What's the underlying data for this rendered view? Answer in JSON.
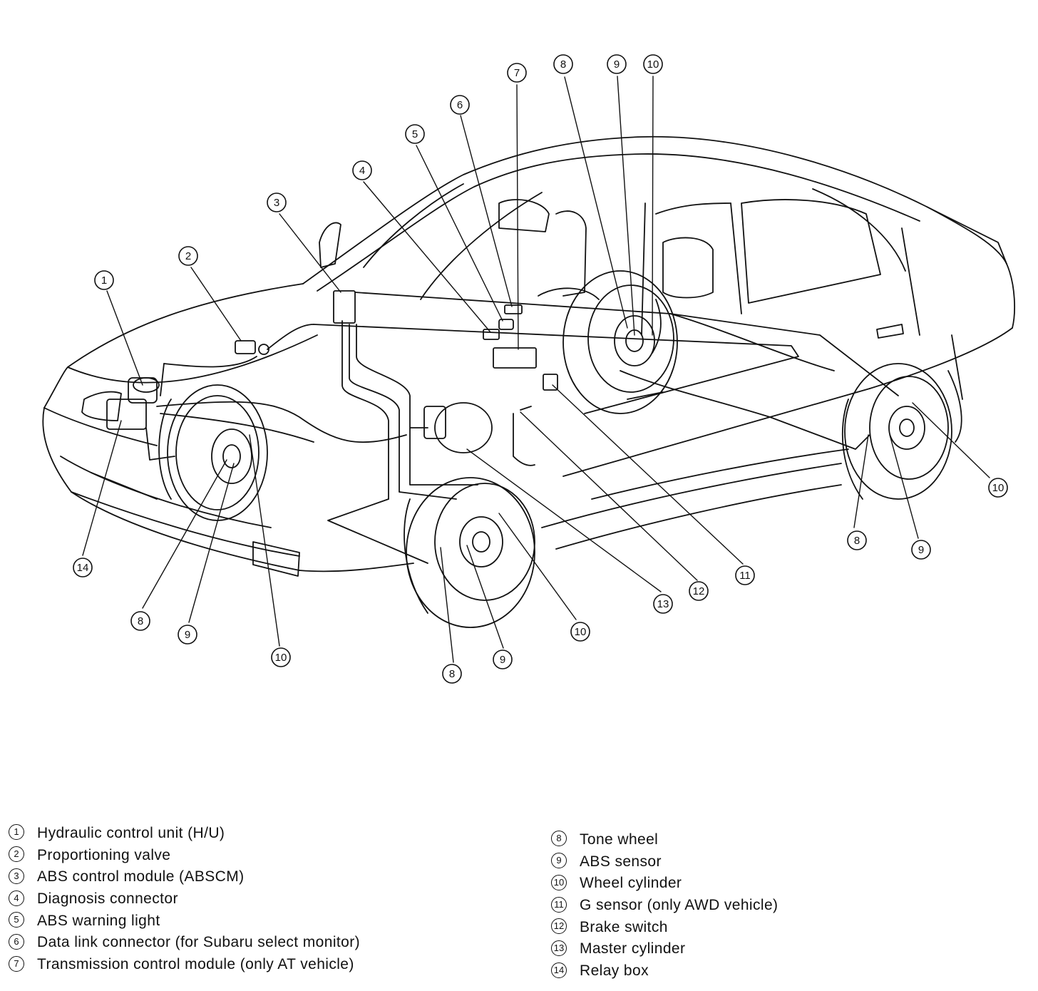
{
  "colors": {
    "ink": "#111111",
    "paper": "#ffffff"
  },
  "legend": [
    {
      "num": "1",
      "label": "Hydraulic control unit (H/U)"
    },
    {
      "num": "2",
      "label": "Proportioning valve"
    },
    {
      "num": "3",
      "label": "ABS control module (ABSCM)"
    },
    {
      "num": "4",
      "label": "Diagnosis connector"
    },
    {
      "num": "5",
      "label": "ABS warning light"
    },
    {
      "num": "6",
      "label": "Data link connector (for Subaru select monitor)"
    },
    {
      "num": "7",
      "label": "Transmission control module (only AT vehicle)"
    },
    {
      "num": "8",
      "label": "Tone wheel"
    },
    {
      "num": "9",
      "label": "ABS sensor"
    },
    {
      "num": "10",
      "label": "Wheel cylinder"
    },
    {
      "num": "11",
      "label": "G sensor (only AWD vehicle)"
    },
    {
      "num": "12",
      "label": "Brake switch"
    },
    {
      "num": "13",
      "label": "Master cylinder"
    },
    {
      "num": "14",
      "label": "Relay box"
    }
  ],
  "callouts": [
    "1",
    "2",
    "3",
    "4",
    "5",
    "6",
    "7",
    "8",
    "9",
    "10",
    "8",
    "9",
    "10",
    "8",
    "9",
    "10",
    "8",
    "9",
    "10",
    "11",
    "12",
    "13",
    "14"
  ]
}
